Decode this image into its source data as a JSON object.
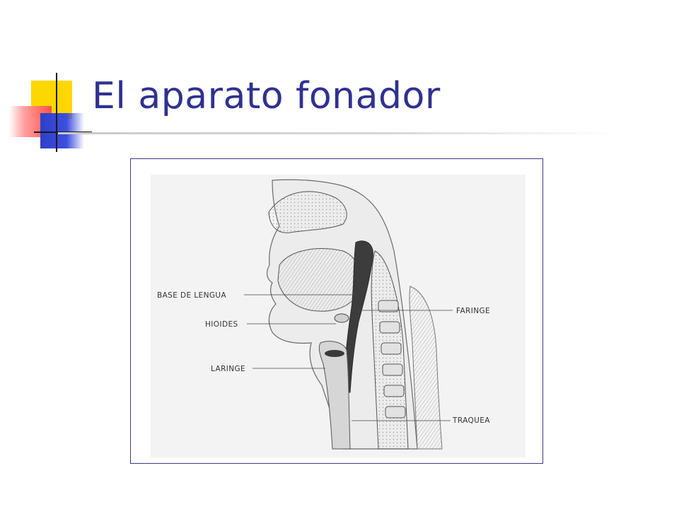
{
  "slide": {
    "title": "El aparato fonador"
  },
  "figure": {
    "labels": {
      "base_de_lengua": "BASE DE LENGUA",
      "hioides": "HIOIDES",
      "laringe": "LARINGE",
      "faringe": "FARINGE",
      "traquea": "TRAQUEA"
    }
  },
  "colors": {
    "title": "#2e3192",
    "ornament_yellow": "#ffd700",
    "ornament_red": "#ff4b4b",
    "ornament_blue": "#3d4fe0",
    "figure_border": "#3a3a88"
  }
}
